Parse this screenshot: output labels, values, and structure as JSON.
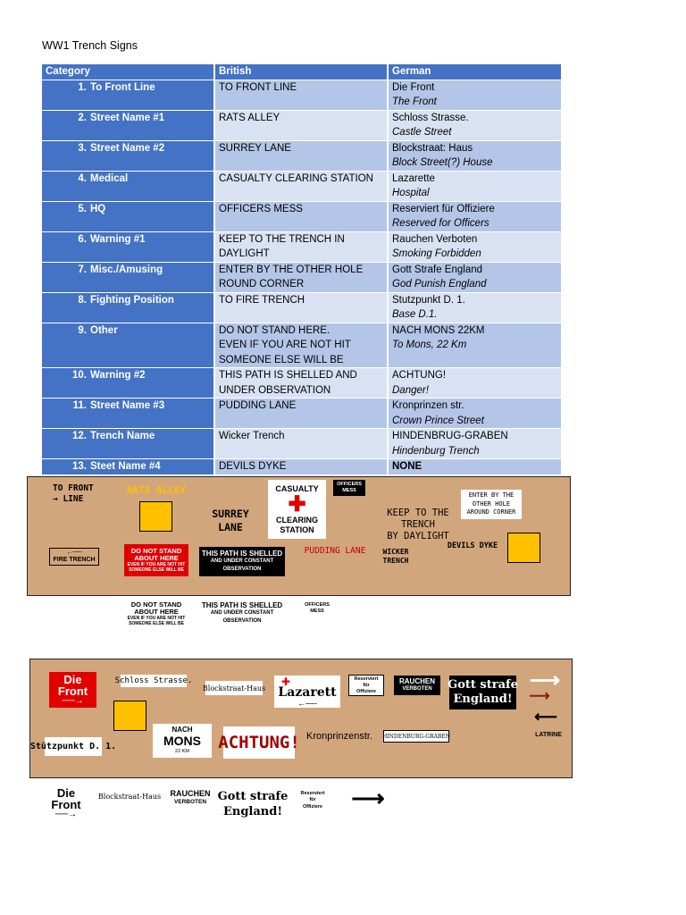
{
  "title": "WW1 Trench Signs",
  "table": {
    "headers": [
      "Category",
      "British",
      "German"
    ],
    "rows": [
      {
        "num": "1.",
        "category": "To Front Line",
        "british": [
          "TO FRONT LINE"
        ],
        "german": "Die Front",
        "german_en": "The Front"
      },
      {
        "num": "2.",
        "category": "Street Name #1",
        "british": [
          "RATS ALLEY"
        ],
        "german": "Schloss Strasse.",
        "german_en": "Castle Street"
      },
      {
        "num": "3.",
        "category": "Street Name #2",
        "british": [
          "SURREY LANE"
        ],
        "german": "Blockstraat: Haus",
        "german_en": "Block Street(?) House"
      },
      {
        "num": "4.",
        "category": "Medical",
        "british": [
          "CASUALTY CLEARING STATION"
        ],
        "german": "Lazarette",
        "german_en": "Hospital"
      },
      {
        "num": "5.",
        "category": "HQ",
        "british": [
          "OFFICERS MESS"
        ],
        "german": "Reserviert für Offiziere",
        "german_en": "Reserved for Officers"
      },
      {
        "num": "6.",
        "category": "Warning #1",
        "british": [
          "KEEP TO THE TRENCH IN",
          "DAYLIGHT"
        ],
        "german": "Rauchen Verboten",
        "german_en": "Smoking Forbidden"
      },
      {
        "num": "7.",
        "category": "Misc./Amusing",
        "british": [
          "ENTER BY THE OTHER HOLE",
          "ROUND CORNER"
        ],
        "german": "Gott Strafe England",
        "german_en": "God Punish England"
      },
      {
        "num": "8.",
        "category": "Fighting Position",
        "british": [
          "TO FIRE TRENCH"
        ],
        "german": "Stutzpunkt D. 1.",
        "german_en": "Base D.1."
      },
      {
        "num": "9.",
        "category": "Other",
        "british": [
          "DO NOT STAND HERE.",
          "EVEN IF YOU ARE NOT HIT",
          "SOMEONE ELSE WILL BE"
        ],
        "german": "NACH MONS 22KM",
        "german_en": "To Mons, 22 Km"
      },
      {
        "num": "10.",
        "category": "Warning #2",
        "british": [
          "THIS PATH IS SHELLED AND",
          "UNDER OBSERVATION"
        ],
        "german": "ACHTUNG!",
        "german_en": "Danger!"
      },
      {
        "num": "11.",
        "category": "Street Name #3",
        "british": [
          "PUDDING LANE"
        ],
        "german": "Kronprinzen str.",
        "german_en": "Crown Prince Street"
      },
      {
        "num": "12.",
        "category": "Trench Name",
        "british": [
          "Wicker Trench"
        ],
        "german": "HINDENBRUG-GRABEN",
        "german_en": "Hindenburg Trench"
      },
      {
        "num": "13.",
        "category": "Steet Name #4",
        "british": [
          "DEVILS DYKE"
        ],
        "german": "NONE",
        "german_en": ""
      }
    ]
  },
  "british_board": {
    "to_front_line": [
      "TO FRONT",
      "LINE"
    ],
    "rats_alley": "RATS ALLEY",
    "surrey_lane": [
      "SURREY",
      "LANE"
    ],
    "casualty": [
      "CASUALTY",
      "CLEARING",
      "STATION"
    ],
    "officers_mess": [
      "OFFICERS",
      "MESS"
    ],
    "keep_trench": [
      "KEEP TO THE",
      "TRENCH",
      "BY DAYLIGHT"
    ],
    "enter_hole": [
      "ENTER BY THE",
      "OTHER HOLE",
      "AROUND CORNER"
    ],
    "fire_trench": "FIRE TRENCH",
    "do_not_stand": [
      "DO NOT STAND",
      "ABOUT HERE",
      "EVEN IF YOU ARE NOT HIT",
      "SOMEONE ELSE WILL BE"
    ],
    "path_shelled": [
      "THIS PATH IS SHELLED",
      "AND UNDER CONSTANT",
      "OBSERVATION"
    ],
    "pudding_lane": "PUDDING LANE",
    "devils_dyke": "DEVILS DYKE",
    "wicker_trench": [
      "WICKER",
      "TRENCH"
    ]
  },
  "british_loose": {
    "do_not_stand": [
      "DO NOT STAND",
      "ABOUT HERE",
      "EVEN IF YOU ARE NOT HIT",
      "SOMEONE ELSE WILL BE"
    ],
    "path_shelled": [
      "THIS PATH IS SHELLED",
      "AND UNDER CONSTANT",
      "OBSERVATION"
    ],
    "officers_mess": [
      "OFFICERS",
      "MESS"
    ]
  },
  "german_board": {
    "die_front": [
      "Die",
      "Front"
    ],
    "schloss": "Schloss Strasse.",
    "blockstraat": "Blockstraat-Haus",
    "lazarett": "Lazarett",
    "reserviert": [
      "Reserviert",
      "für",
      "Offiziere"
    ],
    "rauchen": [
      "RAUCHEN",
      "VERBOTEN"
    ],
    "gott_strafe": [
      "Gott strafe",
      "England!"
    ],
    "latrine": "LATRINE",
    "stutzpunkt": "Stützpunkt D. 1.",
    "nach_mons": [
      "NACH",
      "MONS",
      "22 KM"
    ],
    "achtung": "ACHTUNG!",
    "kronprinzen": "Kronprinzenstr.",
    "hindenburg": "HINDENBURG-GRABEN"
  },
  "german_loose": {
    "die_front": [
      "Die",
      "Front"
    ],
    "blockstraat": "Blockstraat-Haus",
    "rauchen": [
      "RAUCHEN",
      "VERBOTEN"
    ],
    "gott_strafe": [
      "Gott strafe",
      "England!"
    ],
    "reserviert": [
      "Reserviert",
      "für",
      "Offiziere"
    ]
  }
}
